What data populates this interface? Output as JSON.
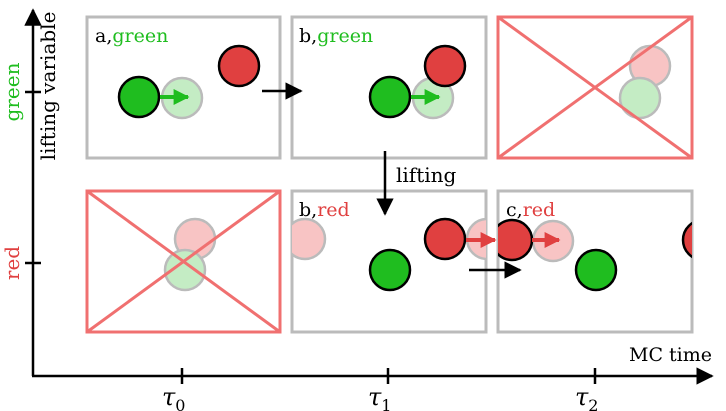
{
  "colors": {
    "green": "#1fbd1f",
    "red": "#e04040",
    "ghost_green": "#c4ecc4",
    "ghost_red": "#f8c4c4",
    "panel_border": "#bbbbbb",
    "cross": "#f07070",
    "axis": "#000000"
  },
  "axes": {
    "y_label": "lifting variable",
    "x_label": "MC time",
    "y_ticks": {
      "green": "green",
      "red": "red"
    },
    "x_ticks": [
      "τ0",
      "τ1",
      "τ2"
    ]
  },
  "panels": {
    "a_green": {
      "letter": "a,",
      "state": "green"
    },
    "b_green": {
      "letter": "b,",
      "state": "green"
    },
    "b_red": {
      "letter": "b,",
      "state": "red"
    },
    "c_red": {
      "letter": "c,",
      "state": "red"
    }
  },
  "transitions": {
    "lifting": "lifting"
  }
}
